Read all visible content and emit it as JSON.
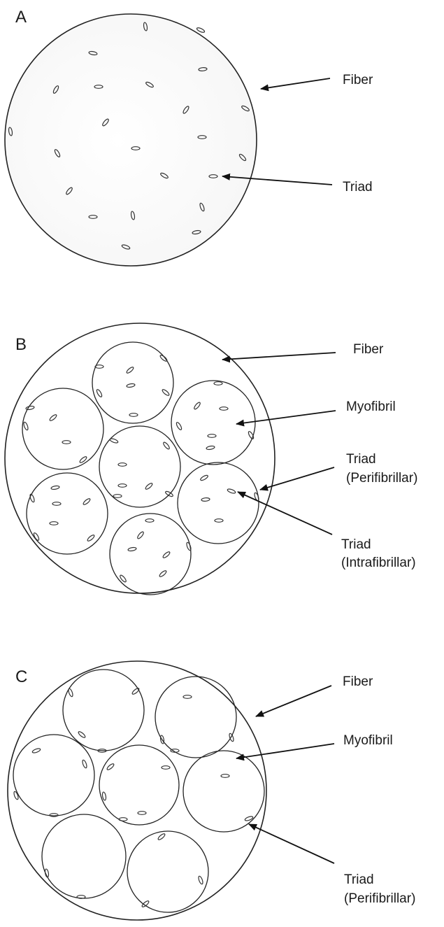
{
  "panels": [
    {
      "id": "A",
      "letter": "A",
      "labels": [
        "Fiber",
        "Triad"
      ]
    },
    {
      "id": "B",
      "letter": "B",
      "labels": [
        "Fiber",
        "Myofibril",
        "Triad\n(Perifibrillar)",
        "Triad\n(Intrafibrillar)"
      ]
    },
    {
      "id": "C",
      "letter": "C",
      "labels": [
        "Fiber",
        "Myofibril",
        "Triad\n(Perifibrillar)"
      ]
    }
  ],
  "texts": {
    "a_letter": "A",
    "a_fiber": "Fiber",
    "a_triad": "Triad",
    "b_letter": "B",
    "b_fiber": "Fiber",
    "b_myofibril": "Myofibril",
    "b_triad_peri_1": "Triad",
    "b_triad_peri_2": "(Perifibrillar)",
    "b_triad_intra_1": "Triad",
    "b_triad_intra_2": "(Intrafibrillar)",
    "c_letter": "C",
    "c_fiber": "Fiber",
    "c_myofibril": "Myofibril",
    "c_triad_peri_1": "Triad",
    "c_triad_peri_2": "(Perifibrillar)"
  },
  "colors": {
    "outline": "#222222",
    "background": "#ffffff"
  }
}
